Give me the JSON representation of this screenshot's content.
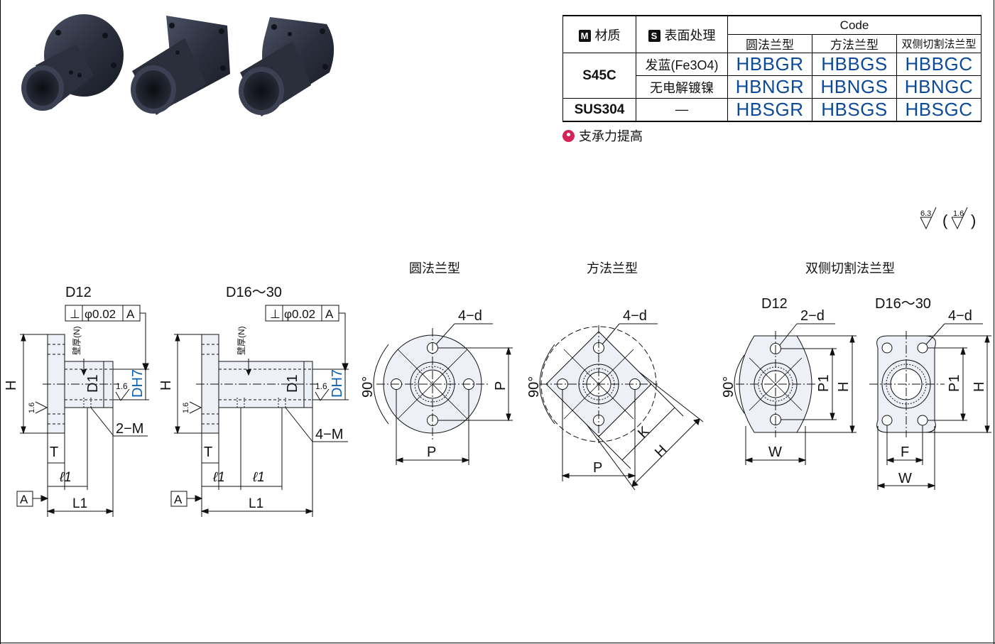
{
  "table": {
    "material_header": "材质",
    "material_tag": "M",
    "surface_header": "表面处理",
    "surface_tag": "S",
    "code_header": "Code",
    "code_columns": [
      "圆法兰型",
      "方法兰型",
      "双侧切割法兰型"
    ],
    "rows": [
      {
        "material": "S45C",
        "surface": "发蓝(Fe3O4)",
        "codes": [
          "HBBGR",
          "HBBGS",
          "HBBGC"
        ]
      },
      {
        "material": "",
        "surface": "无电解镀镍",
        "codes": [
          "HBNGR",
          "HBNGS",
          "HBNGC"
        ]
      },
      {
        "material": "SUS304",
        "surface": "—",
        "codes": [
          "HBSGR",
          "HBSGS",
          "HBSGC"
        ]
      }
    ]
  },
  "note": "支承力提高",
  "roughness": {
    "main": "6.3",
    "paren": "1.6"
  },
  "views": {
    "side_d12": "D12",
    "side_d16": "D16～30",
    "round_title": "圆法兰型",
    "square_title": "方法兰型",
    "cut_title": "双侧切割法兰型",
    "cut_d12": "D12",
    "cut_d16": "D16～30"
  },
  "dims": {
    "tolerance": "φ0.02",
    "perp": "⊥",
    "datum": "A",
    "H": "H",
    "T": "T",
    "l1": "ℓ1",
    "L1": "L1",
    "D1": "D1",
    "DH7": "DH7",
    "M2": "2−M",
    "M4": "4−M",
    "wall": "壁厚(N)",
    "ra": "1.6",
    "d4": "4−d",
    "d2": "2−d",
    "P": "P",
    "P1": "P1",
    "K": "K",
    "W": "W",
    "F": "F",
    "angle": "90°"
  },
  "colors": {
    "code_blue": "#0b4a9a",
    "part_dark": "#2a2d3a",
    "dim_blue": "#0b5fb0",
    "accent_red": "#d6245a"
  }
}
